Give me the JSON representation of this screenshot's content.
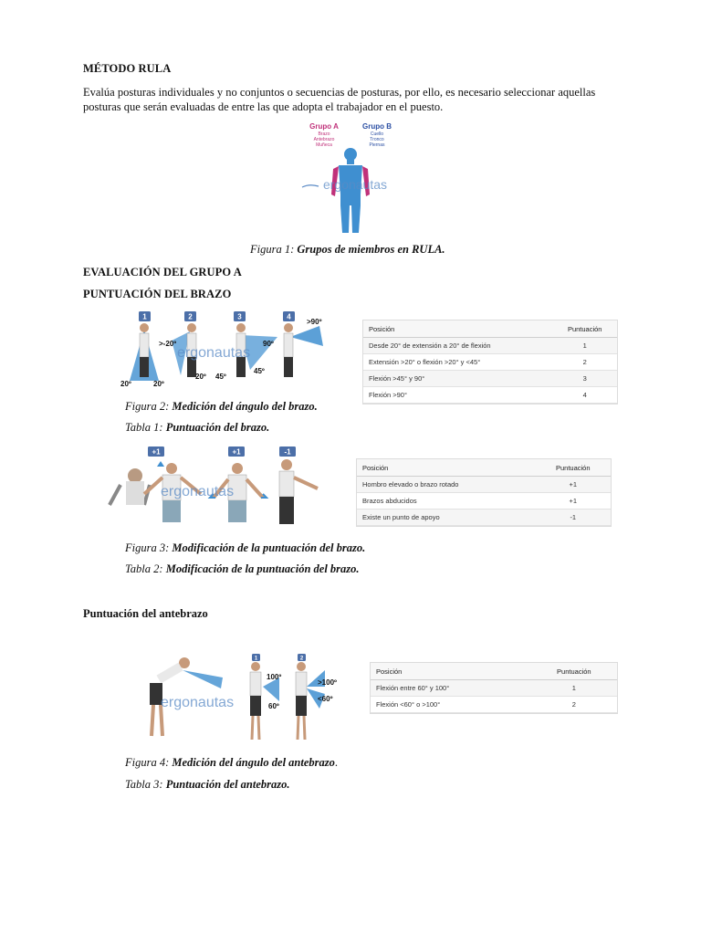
{
  "title": "MÉTODO RULA",
  "intro": "Evalúa posturas individuales y no conjuntos o secuencias de posturas, por ello, es necesario seleccionar aquellas posturas que serán evaluadas de entre las que adopta el trabajador en el puesto.",
  "fig1": {
    "label": "Figura 1:",
    "text": "Grupos de miembros en RULA.",
    "group_a": "Grupo A",
    "group_a_items": [
      "Brazo",
      "Antebrazo",
      "Muñeca"
    ],
    "group_b": "Grupo B",
    "group_b_items": [
      "Cuello",
      "Tronco",
      "Piernas"
    ],
    "watermark": "ergonautas"
  },
  "section_a": "EVALUACIÓN DEL GRUPO A",
  "section_brazo": "PUNTUACIÓN DEL BRAZO",
  "fig2": {
    "badges": [
      "1",
      "2",
      "3",
      "4"
    ],
    "angles": [
      "20º",
      "20º",
      ">-20º",
      "20º",
      "45º",
      "90º",
      "45º",
      ">90º"
    ],
    "watermark": "ergonautas",
    "label": "Figura 2:",
    "text": "Medición del ángulo del brazo."
  },
  "tabla1": {
    "label": "Tabla 1:",
    "text": "Puntuación del brazo.",
    "headers": [
      "Posición",
      "Puntuación"
    ],
    "rows": [
      [
        "Desde 20° de extensión a 20° de flexión",
        "1"
      ],
      [
        "Extensión >20° o flexión >20° y <45°",
        "2"
      ],
      [
        "Flexión >45° y 90°",
        "3"
      ],
      [
        "Flexión >90°",
        "4"
      ]
    ]
  },
  "fig3": {
    "badges": [
      "+1",
      "+1",
      "-1"
    ],
    "watermark": "ergonautas",
    "label": "Figura 3:",
    "text": "Modificación de la puntuación del brazo."
  },
  "tabla2": {
    "label": "Tabla 2:",
    "text": "Modificación de la puntuación del brazo.",
    "headers": [
      "Posición",
      "Puntuación"
    ],
    "rows": [
      [
        "Hombro elevado o brazo rotado",
        "+1"
      ],
      [
        "Brazos abducidos",
        "+1"
      ],
      [
        "Existe un punto de apoyo",
        "-1"
      ]
    ]
  },
  "section_antebrazo": "Puntuación del antebrazo",
  "fig4": {
    "badges": [
      "1",
      "2"
    ],
    "angles": [
      "100º",
      "60º",
      ">100º",
      "<60º"
    ],
    "watermark": "ergonautas",
    "label": "Figura 4:",
    "text": "Medición del ángulo del antebrazo",
    "text_suffix": "."
  },
  "tabla3": {
    "label": "Tabla 3:",
    "text": "Puntuación del antebrazo.",
    "headers": [
      "Posición",
      "Puntuación"
    ],
    "rows": [
      [
        "Flexión entre 60° y 100°",
        "1"
      ],
      [
        "Flexión <60° o >100°",
        "2"
      ]
    ]
  },
  "colors": {
    "figure_blue": "#3f8fd0",
    "group_a_magenta": "#c0317a",
    "group_b_blue": "#2b4fa3",
    "badge_blue": "#4c6fa8"
  }
}
